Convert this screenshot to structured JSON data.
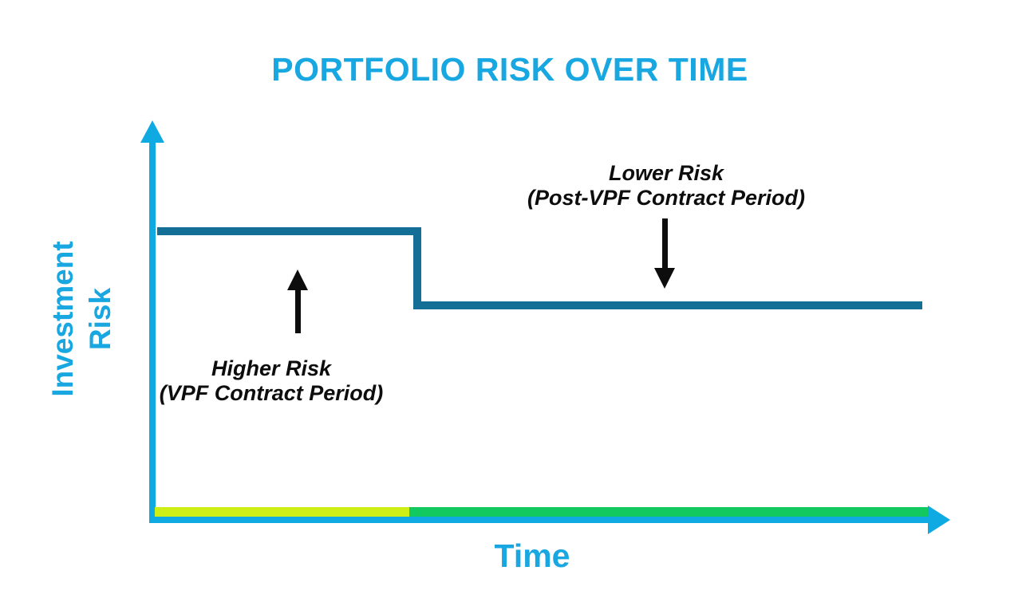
{
  "title": "PORTFOLIO RISK OVER TIME",
  "axes": {
    "y_label_line1": "Investment",
    "y_label_line2": "Risk",
    "x_label": "Time"
  },
  "annotations": {
    "higher": {
      "line1": "Higher Risk",
      "line2": "(VPF Contract Period)"
    },
    "lower": {
      "line1": "Lower Risk",
      "line2": "(Post-VPF Contract Period)"
    }
  },
  "colors": {
    "accent_cyan": "#18A7E0",
    "risk_line_teal": "#146F96",
    "vpf_period_bar_chartreuse": "#CDEF16",
    "post_vpf_period_bar_green": "#12C95F",
    "annotation_black": "#0d0d0d"
  },
  "chart_data": {
    "type": "line",
    "subtype": "step",
    "title": "PORTFOLIO RISK OVER TIME",
    "xlabel": "Time",
    "ylabel": "Investment Risk",
    "grid": false,
    "legend_position": "none",
    "x_range": [
      0,
      1
    ],
    "y_range": [
      0,
      1
    ],
    "tick_labels": "none (conceptual chart without numeric scale)",
    "series": [
      {
        "name": "Investment Risk",
        "color": "#146F96",
        "x": [
          0,
          0.34,
          0.34,
          1.0
        ],
        "y": [
          0.74,
          0.74,
          0.55,
          0.55
        ]
      }
    ],
    "x_axis_segments": [
      {
        "label": "VPF Contract Period",
        "x_start": 0,
        "x_end": 0.33,
        "color": "#CDEF16",
        "risk_level": "higher"
      },
      {
        "label": "Post-VPF Contract Period",
        "x_start": 0.33,
        "x_end": 1.0,
        "color": "#12C95F",
        "risk_level": "lower"
      }
    ],
    "annotations": [
      {
        "text": "Higher Risk (VPF Contract Period)",
        "arrow": "up",
        "arrow_points_to": "high-risk line segment",
        "x": 0.19,
        "y": 0.45
      },
      {
        "text": "Lower Risk (Post-VPF Contract Period)",
        "arrow": "down",
        "arrow_points_to": "low-risk line segment",
        "x": 0.66,
        "y": 0.8
      }
    ]
  }
}
